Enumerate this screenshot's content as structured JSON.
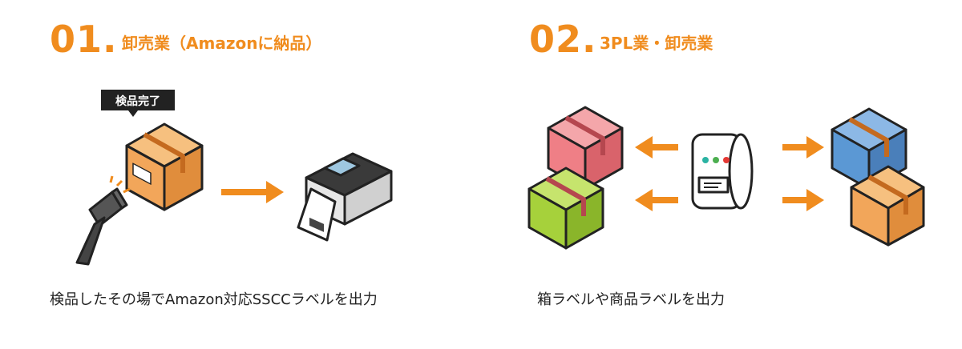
{
  "sections": [
    {
      "number": "01.",
      "title": "卸売業（Amazonに納品）",
      "tag": "検品完了",
      "caption": "検品したその場でAmazon対応SSCCラベルを出力"
    },
    {
      "number": "02.",
      "title": "3PL業・卸売業",
      "caption": "箱ラベルや商品ラベルを出力"
    }
  ],
  "colors": {
    "accent": "#f08c1e",
    "box_orange": "#f2a65a",
    "box_pink": "#ef7f86",
    "box_green": "#a6d13b",
    "box_blue": "#5b98d4",
    "dot_teal": "#2bb3a3",
    "dot_green": "#4caf50",
    "dot_red": "#e53935"
  },
  "icons": [
    "scanner-icon",
    "box-icon",
    "arrow-right-icon",
    "label-printer-icon",
    "arrow-left-icon",
    "roll-printer-icon"
  ]
}
